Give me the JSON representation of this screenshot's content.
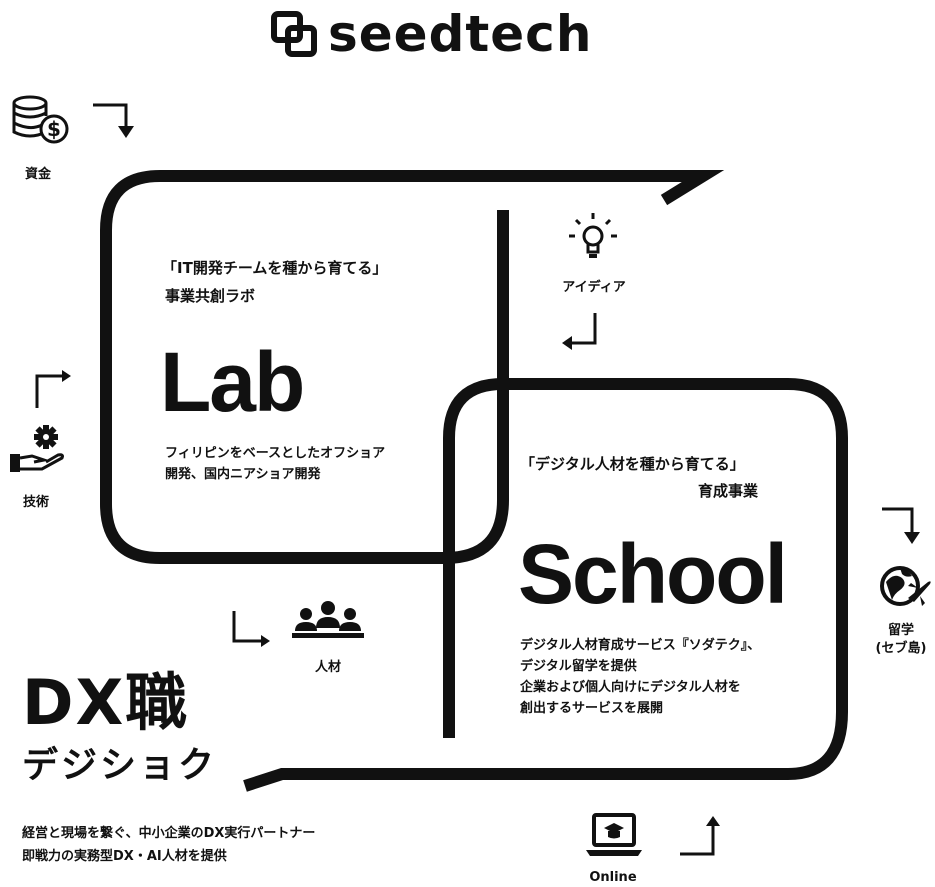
{
  "brand": {
    "name": "seedtech"
  },
  "resources": {
    "funds": "資金",
    "idea": "アイディア",
    "technology": "技術",
    "people": "人材",
    "study_abroad_line1": "留学",
    "study_abroad_line2": "(セブ島)",
    "online": "Online"
  },
  "lab": {
    "tagline": "「IT開発チームを種から育てる」",
    "subtitle": "事業共創ラボ",
    "title": "Lab",
    "desc_line1": "フィリピンをベースとしたオフショア",
    "desc_line2": "開発、国内ニアショア開発"
  },
  "school": {
    "tagline": "「デジタル人材を種から育てる」",
    "subtitle": "育成事業",
    "title": "School",
    "desc_line1": "デジタル人材育成サービス『ソダテク』、",
    "desc_line2": "デジタル留学を提供",
    "desc_line3": "企業および個人向けにデジタル人材を",
    "desc_line4": "創出するサービスを展開"
  },
  "dx": {
    "title": "DX職",
    "subtitle": "デジショク",
    "desc_line1": "経営と現場を繋ぐ、中小企業のDX実行パートナー",
    "desc_line2": "即戦力の実務型DX・AI人材を提供"
  },
  "colors": {
    "ink": "#111111",
    "background": "#ffffff"
  }
}
